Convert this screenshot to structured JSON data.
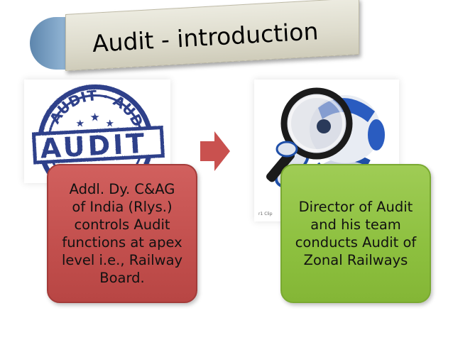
{
  "slide": {
    "title": "Audit - introduction"
  },
  "images": {
    "stamp": {
      "icon": "audit-stamp-icon",
      "lettering_top": "AUDIT·AUDIT",
      "lettering_main": "AUDIT"
    },
    "robot": {
      "icon": "robot-magnifier-icon",
      "caption": "r1 Clip"
    }
  },
  "arrow": {
    "icon": "right-arrow-icon",
    "color": "#c9514f"
  },
  "boxes": {
    "left": {
      "text": "Addl. Dy. C&AG\nof India (Rlys.)\ncontrols Audit\nfunctions at apex\nlevel i.e., Railway\nBoard.",
      "color": "#c24f4d"
    },
    "right": {
      "text": "Director of Audit\nand his team\nconducts Audit of\nZonal Railways",
      "color": "#8dc03f"
    }
  }
}
